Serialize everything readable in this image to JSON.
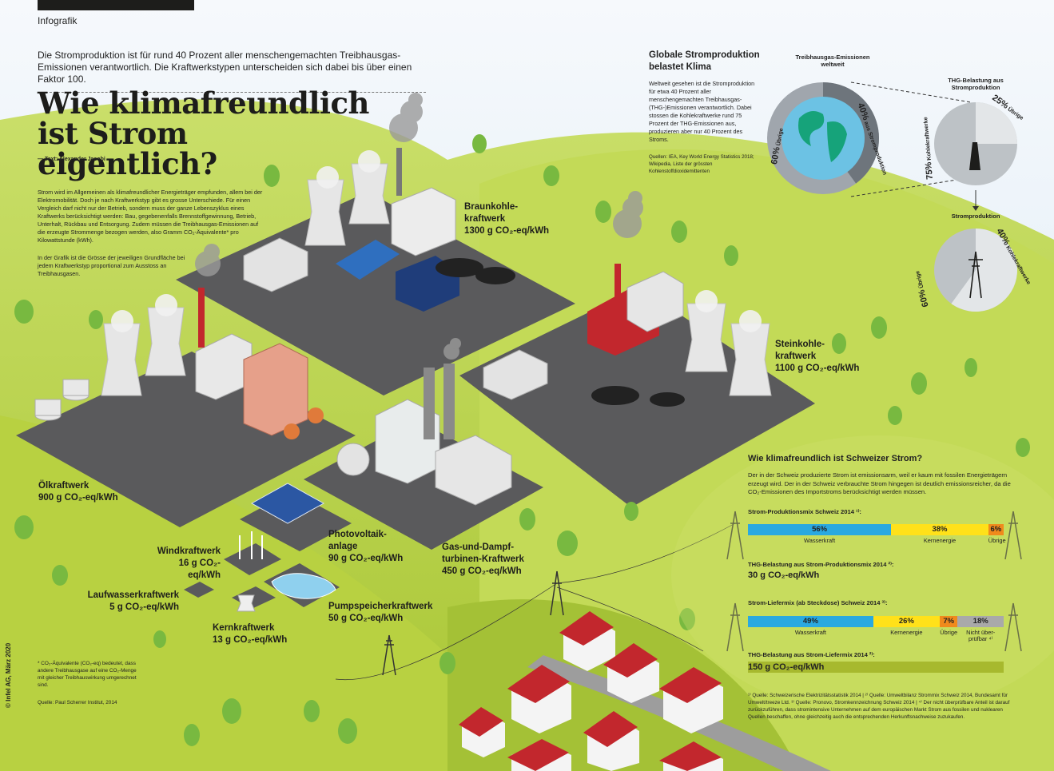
{
  "kicker": "Infografik",
  "intro": "Die Stromproduktion ist für rund 40 Prozent aller menschengemachten Treibhausgas-Emissionen verantwortlich. Die Kraftwerkstypen unterscheiden sich dabei bis über einen Faktor 100.",
  "headline": {
    "line1": "Wie klimafreundlich",
    "line2": "ist Strom eigentlich?"
  },
  "byline": "— Text: Alexander Jacobi —",
  "body": {
    "p1": "Strom wird im Allgemeinen als klimafreundlicher Energieträger empfunden, allem bei der Elektromobilität. Doch je nach Kraftwerkstyp gibt es grosse Unterschiede. Für einen Vergleich darf nicht nur der Betrieb, sondern muss der ganze Lebenszyklus eines Kraftwerks berücksichtigt werden: Bau, gegebenenfalls Brennstoffgewinnung, Betrieb, Unterhalt, Rückbau und Entsorgung. Zudem müssen die Treibhausgas-Emissionen auf die erzeugte Strommenge bezogen werden, also Gramm CO₂-Äquivalente* pro Kilowattstunde (kWh).",
    "p2": "In der Grafik ist die Grösse der jeweiligen Grundfläche bei jedem Kraftwerkstyp proportional zum Ausstoss an Treibhausgasen."
  },
  "plants": {
    "braunkohle": {
      "name1": "Braunkohle-",
      "name2": "kraftwerk",
      "value": "1300 g CO₂-eq/kWh"
    },
    "steinkohle": {
      "name1": "Steinkohle-",
      "name2": "kraftwerk",
      "value": "1100 g CO₂-eq/kWh"
    },
    "oel": {
      "name": "Ölkraftwerk",
      "value": "900 g CO₂-eq/kWh"
    },
    "gas": {
      "name1": "Gas-und-Dampf-",
      "name2": "turbinen-Kraftwerk",
      "value": "450 g CO₂-eq/kWh"
    },
    "pv": {
      "name1": "Photovoltaik-",
      "name2": "anlage",
      "value": "90 g CO₂-eq/kWh"
    },
    "pump": {
      "name": "Pumpspeicherkraftwerk",
      "value": "50 g CO₂-eq/kWh"
    },
    "wind": {
      "name": "Windkraftwerk",
      "value": "16 g CO₂-eq/kWh"
    },
    "lauf": {
      "name": "Laufwasserkraftwerk",
      "value": "5 g CO₂-eq/kWh"
    },
    "kern": {
      "name": "Kernkraftwerk",
      "value": "13 g CO₂-eq/kWh"
    }
  },
  "copyright": "© Infel AG, März 2020",
  "footnote": "* CO₂-Äquivalente (CO₂-eq) bedeutet, dass andere Treibhausgase auf eine CO₂-Menge mit gleicher Treibhauswirkung umgerechnet sind.",
  "source": "Quelle: Paul Scherrer Institut, 2014",
  "global": {
    "title1": "Globale Stromproduktion",
    "title2": "belastet Klima",
    "body": "Weltweit gesehen ist die Stromproduktion für etwa 40 Prozent aller menschengemachten Treibhausgas-(THG-)Emissionen verantwortlich. Dabei stossen die Kohlekraftwerke rund 75 Prozent der THG-Emissionen aus, produzieren aber nur 40 Prozent des Stroms.",
    "sources": "Quellen: IEA, Key World Energy Statistics 2018; Wikipedia, Liste der grössten Kohlenstoffdioxidemittenten",
    "pie1": {
      "title1": "Treibhausgas-Emissionen",
      "title2": "weltweit",
      "a_pct": "40%",
      "a_label": "aus Stromproduktion",
      "b_pct": "60%",
      "b_label": "Übrige",
      "value": 0.4
    },
    "pie2": {
      "title1": "THG-Belastung aus",
      "title2": "Stromproduktion",
      "a_pct": "75%",
      "a_label": "Kohlekraftwerke",
      "b_pct": "25%",
      "b_label": "Übrige",
      "value": 0.75
    },
    "pie3": {
      "title": "Stromproduktion",
      "a_pct": "40%",
      "a_label": "Kohlekraftwerke",
      "b_pct": "60%",
      "b_label": "Übrige",
      "value": 0.4
    }
  },
  "swiss": {
    "title": "Wie klimafreundlich ist Schweizer Strom?",
    "text": "Der in der Schweiz produzierte Strom ist emissionsarm, weil er kaum mit fossilen Energieträgern erzeugt wird. Der in der Schweiz verbrauchte Strom hingegen ist deutlich emissionsreicher, da die CO₂-Emissionen des Importstroms berücksichtigt werden müssen.",
    "mix1": {
      "caption": "Strom-Produktionsmix Schweiz 2014 ¹⁾:",
      "segments": [
        {
          "pct": "56%",
          "label": "Wasserkraft",
          "value": 56,
          "color": "#2aa9e0"
        },
        {
          "pct": "38%",
          "label": "Kernenergie",
          "value": 38,
          "color": "#ffe11a"
        },
        {
          "pct": "6%",
          "label": "Übrige",
          "value": 6,
          "color": "#f08a1c"
        }
      ],
      "result_caption": "THG-Belastung aus Strom-Produktionsmix 2014 ²⁾:",
      "result": "30 g CO₂-eq/kWh"
    },
    "mix2": {
      "caption": "Strom-Liefermix (ab Steckdose) Schweiz 2014 ³⁾:",
      "segments": [
        {
          "pct": "49%",
          "label": "Wasserkraft",
          "value": 49,
          "color": "#2aa9e0"
        },
        {
          "pct": "26%",
          "label": "Kernenergie",
          "value": 26,
          "color": "#ffe11a"
        },
        {
          "pct": "7%",
          "label": "Übrige",
          "value": 7,
          "color": "#f08a1c"
        },
        {
          "pct": "18%",
          "label": "Nicht über-prüfbar ⁴⁾",
          "value": 18,
          "color": "#a9a9a9"
        }
      ],
      "result_caption": "THG-Belastung aus Strom-Liefermix 2014 ²⁾:",
      "result": "150 g CO₂-eq/kWh"
    },
    "footnotes": "¹⁾ Quelle: Schweizerische Elektrizitätsstatistik 2014 | ²⁾ Quelle: Umweltbilanz Strommix Schweiz 2014, Bundesamt für Umwelt/treeze Ltd. ³⁾ Quelle: Pronovo, Stromkennzeichnung Schweiz 2014 | ⁴⁾ Der nicht überprüfbare Anteil ist darauf zurückzuführen, dass stromintensive Unternehmen auf dem europäischen Markt Strom aus fossilen und nuklearen Quellen beschaffen, ohne gleichzeitig auch die entsprechenden Herkunftsnachweise zuzukaufen."
  },
  "colors": {
    "sky": "#e9f1f8",
    "hill": "#b5cf3d",
    "hill_light": "#cfe06e",
    "platform": "#58585a",
    "accent_red": "#c2272d"
  }
}
